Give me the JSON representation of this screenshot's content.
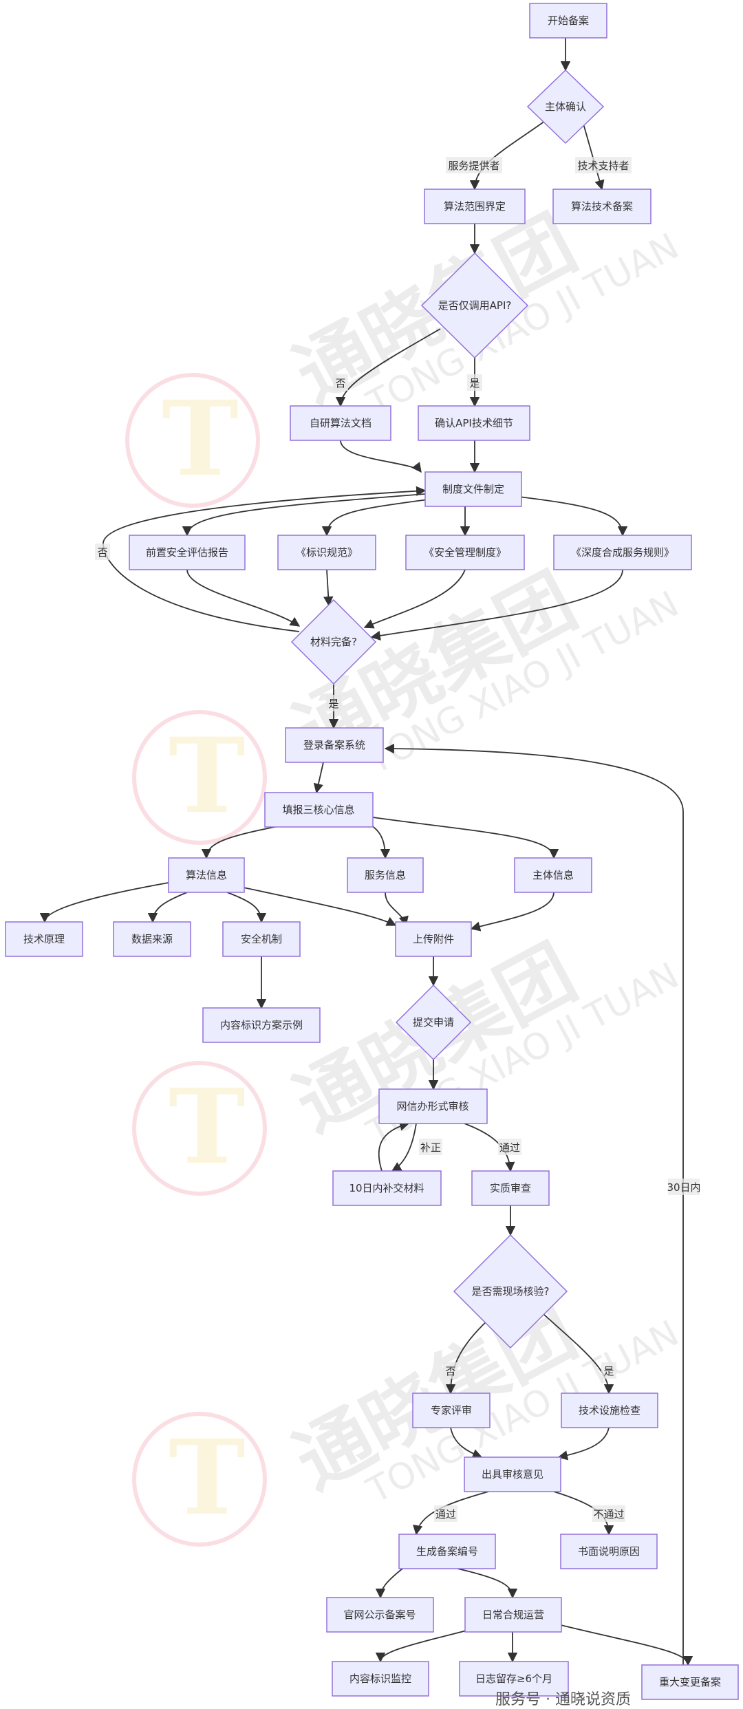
{
  "nodes": {
    "start": "开始备案",
    "subject_confirm": "主体确认",
    "algo_scope": "算法范围界定",
    "algo_tech_filing": "算法技术备案",
    "api_only": "是否仅调用API?",
    "self_dev_doc": "自研算法文档",
    "confirm_api": "确认API技术细节",
    "policy_docs": "制度文件制定",
    "pre_assessment": "前置安全评估报告",
    "label_spec": "《标识规范》",
    "security_mgmt": "《安全管理制度》",
    "deep_synth_rules": "《深度合成服务规则》",
    "materials_ready": "材料完备?",
    "login_system": "登录备案系统",
    "fill_core_info": "填报三核心信息",
    "algo_info": "算法信息",
    "service_info": "服务信息",
    "entity_info": "主体信息",
    "tech_principle": "技术原理",
    "data_source": "数据来源",
    "security_mech": "安全机制",
    "upload_attach": "上传附件",
    "label_example": "内容标识方案示例",
    "submit": "提交申请",
    "formal_review": "网信办形式审核",
    "supplement_10d": "10日内补交材料",
    "substantive_review": "实质审查",
    "site_inspection": "是否需现场核验?",
    "expert_review": "专家评审",
    "facility_check": "技术设施检查",
    "issue_opinion": "出具审核意见",
    "gen_filing_no": "生成备案编号",
    "written_reason": "书面说明原因",
    "publish_no": "官网公示备案号",
    "daily_ops": "日常合规运营",
    "label_monitor": "内容标识监控",
    "log_retention": "日志留存≥6个月",
    "major_change": "重大变更备案"
  },
  "edge_labels": {
    "service_provider": "服务提供者",
    "tech_supporter": "技术支持者",
    "no": "否",
    "yes": "是",
    "correct": "补正",
    "pass": "通过",
    "fail": "不通过",
    "within_30d": "30日内"
  },
  "watermark": {
    "brand": "通晓集团",
    "brand_latin": "TONG XIAO JI TUAN",
    "logo": "T",
    "footer": "服务号 · 通晓说资质"
  },
  "colors": {
    "node_fill": "#ececff",
    "node_stroke": "#9370db",
    "edge": "#333333"
  }
}
